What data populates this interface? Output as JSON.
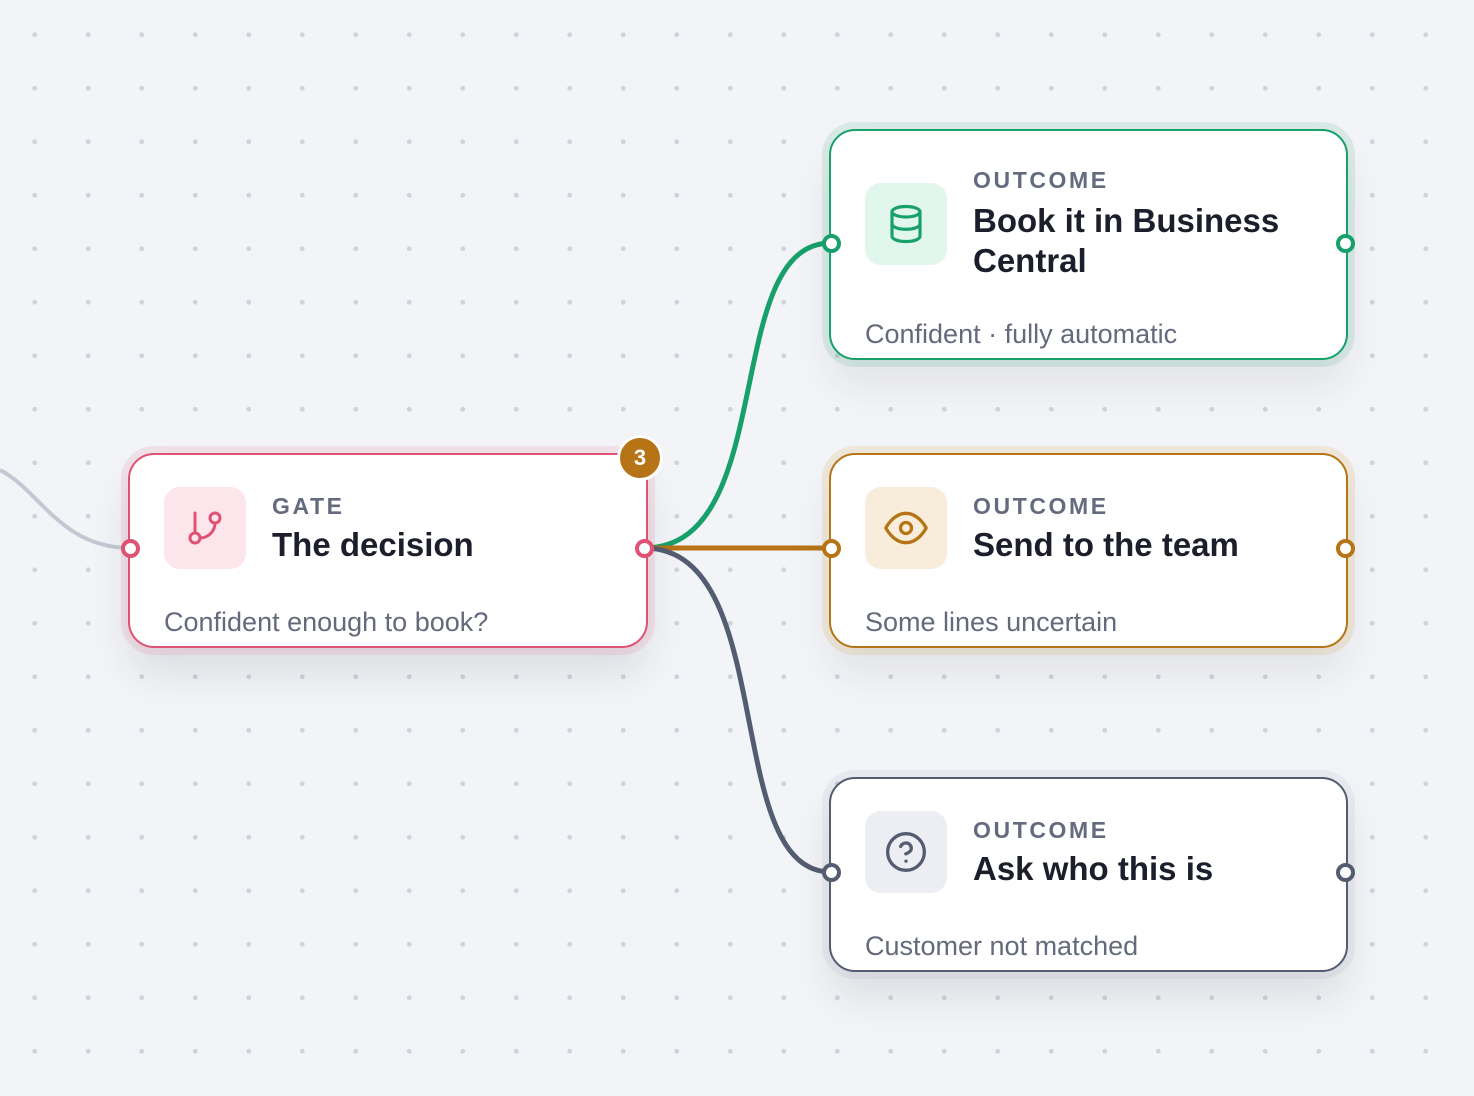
{
  "gate": {
    "kind": "GATE",
    "title": "The decision",
    "subtitle": "Confident enough to book?",
    "icon": "git-branch-icon",
    "color": "#e05273",
    "badge_count": "3",
    "badge_color": "#b67416"
  },
  "outcomes": [
    {
      "kind": "OUTCOME",
      "title": "Book it in Business Central",
      "subtitle": "Confident · fully automatic",
      "icon": "database-icon",
      "color": "#18a06a"
    },
    {
      "kind": "OUTCOME",
      "title": "Send to the team",
      "subtitle": "Some lines uncertain",
      "icon": "eye-icon",
      "color": "#b67416"
    },
    {
      "kind": "OUTCOME",
      "title": "Ask who this is",
      "subtitle": "Customer not matched",
      "icon": "help-circle-icon",
      "color": "#545c72"
    }
  ],
  "edges": [
    {
      "from": "incoming",
      "to": "gate",
      "color": "#c3c8d3"
    },
    {
      "from": "gate",
      "to": "outcome-1",
      "color": "#18a06a"
    },
    {
      "from": "gate",
      "to": "outcome-2",
      "color": "#b67416"
    },
    {
      "from": "gate",
      "to": "outcome-3",
      "color": "#545c72"
    }
  ]
}
